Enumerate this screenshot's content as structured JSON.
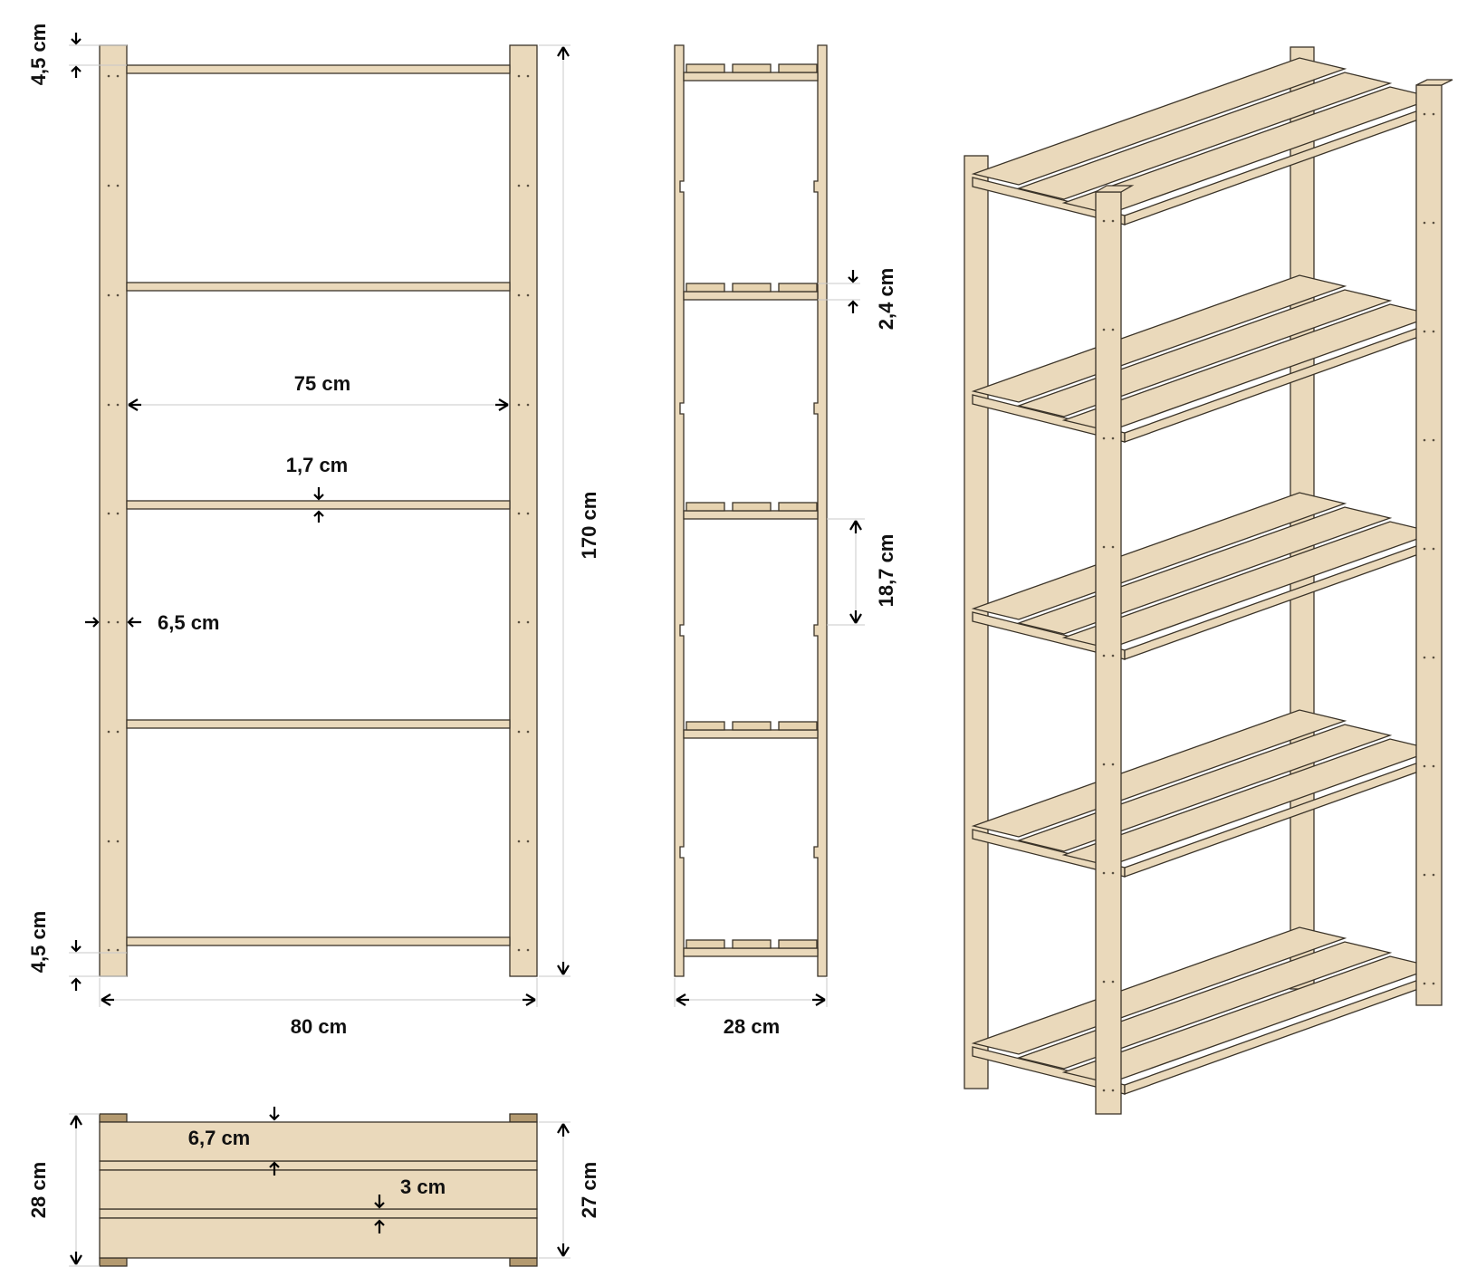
{
  "colors": {
    "wood": "#ead9bb",
    "outline": "#3a3328",
    "end_grain": "#b49a70"
  },
  "dimensions": {
    "top_gap": "4,5 cm",
    "bottom_gap": "4,5 cm",
    "inner_width": "75 cm",
    "shelf_thickness": "1,7 cm",
    "post_width": "6,5 cm",
    "total_height": "170 cm",
    "total_width": "80 cm",
    "side_depth": "28 cm",
    "slat_thickness": "2,4 cm",
    "shelf_spacing": "18,7 cm",
    "slat_width": "6,7 cm",
    "slat_gap": "3 cm",
    "top_depth": "28 cm",
    "slat_depth": "27 cm"
  }
}
